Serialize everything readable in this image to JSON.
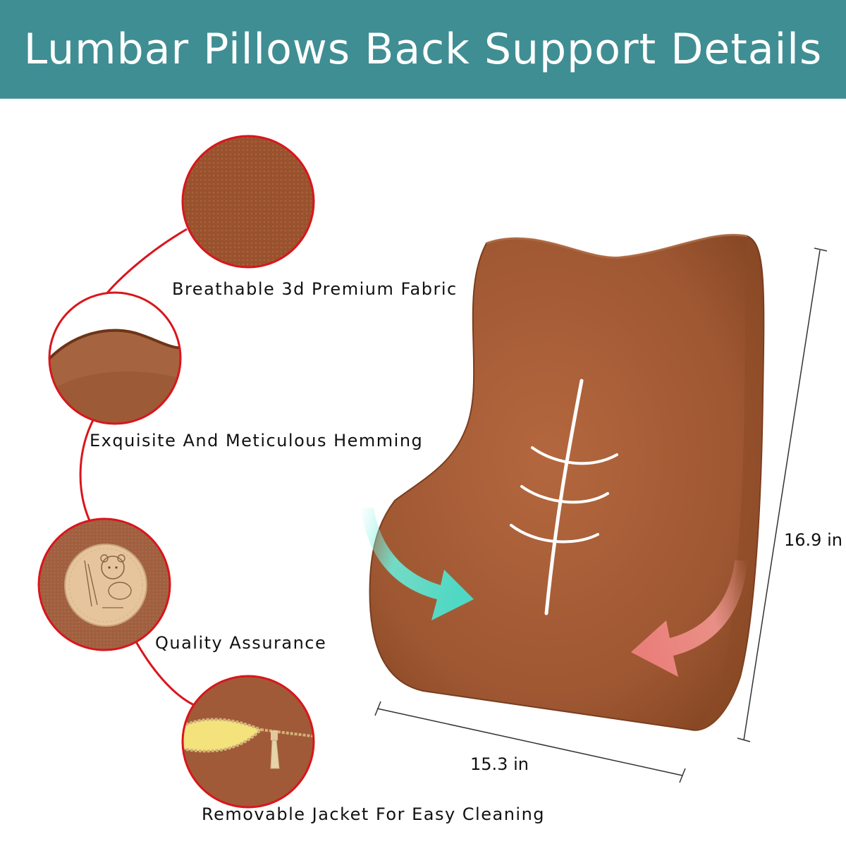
{
  "header": {
    "title": "Lumbar Pillows Back Support Details",
    "background": "#3f8e93"
  },
  "features": [
    {
      "label": "Breathable 3d Premium Fabric",
      "detail_icon": "fabric-texture"
    },
    {
      "label": "Exquisite And Meticulous Hemming",
      "detail_icon": "hemming-edge"
    },
    {
      "label": "Quality Assurance",
      "detail_icon": "bear-logo-patch"
    },
    {
      "label": "Removable Jacket For Easy Cleaning",
      "detail_icon": "zipper-foam"
    }
  ],
  "dimensions": {
    "width": "15.3 in",
    "height": "16.9 in"
  },
  "colors": {
    "pillow": "#a35a34",
    "accent_line": "#d8161c",
    "arrow_cool": "#5ee0cd",
    "arrow_warm": "#f08a86"
  }
}
